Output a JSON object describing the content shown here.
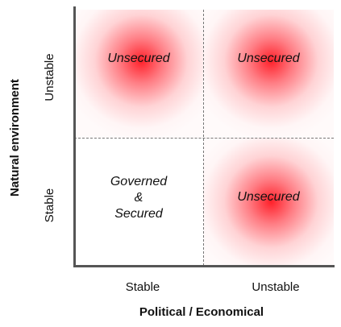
{
  "diagram": {
    "x_axis": {
      "title": "Political / Economical",
      "ticks": [
        "Stable",
        "Unstable"
      ]
    },
    "y_axis": {
      "title": "Natural environment",
      "ticks_top_to_bottom": [
        "Unstable",
        "Stable"
      ]
    },
    "quadrants": {
      "top_left": {
        "label": "Unsecured",
        "risk": true
      },
      "top_right": {
        "label": "Unsecured",
        "risk": true
      },
      "bottom_left": {
        "label": "Governed\n&\nSecured",
        "risk": false
      },
      "bottom_right": {
        "label": "Unsecured",
        "risk": true
      }
    },
    "colors": {
      "risk": "#ff1e28",
      "safe": "#ffffff",
      "axis": "#555555",
      "divider": "#777777"
    }
  }
}
